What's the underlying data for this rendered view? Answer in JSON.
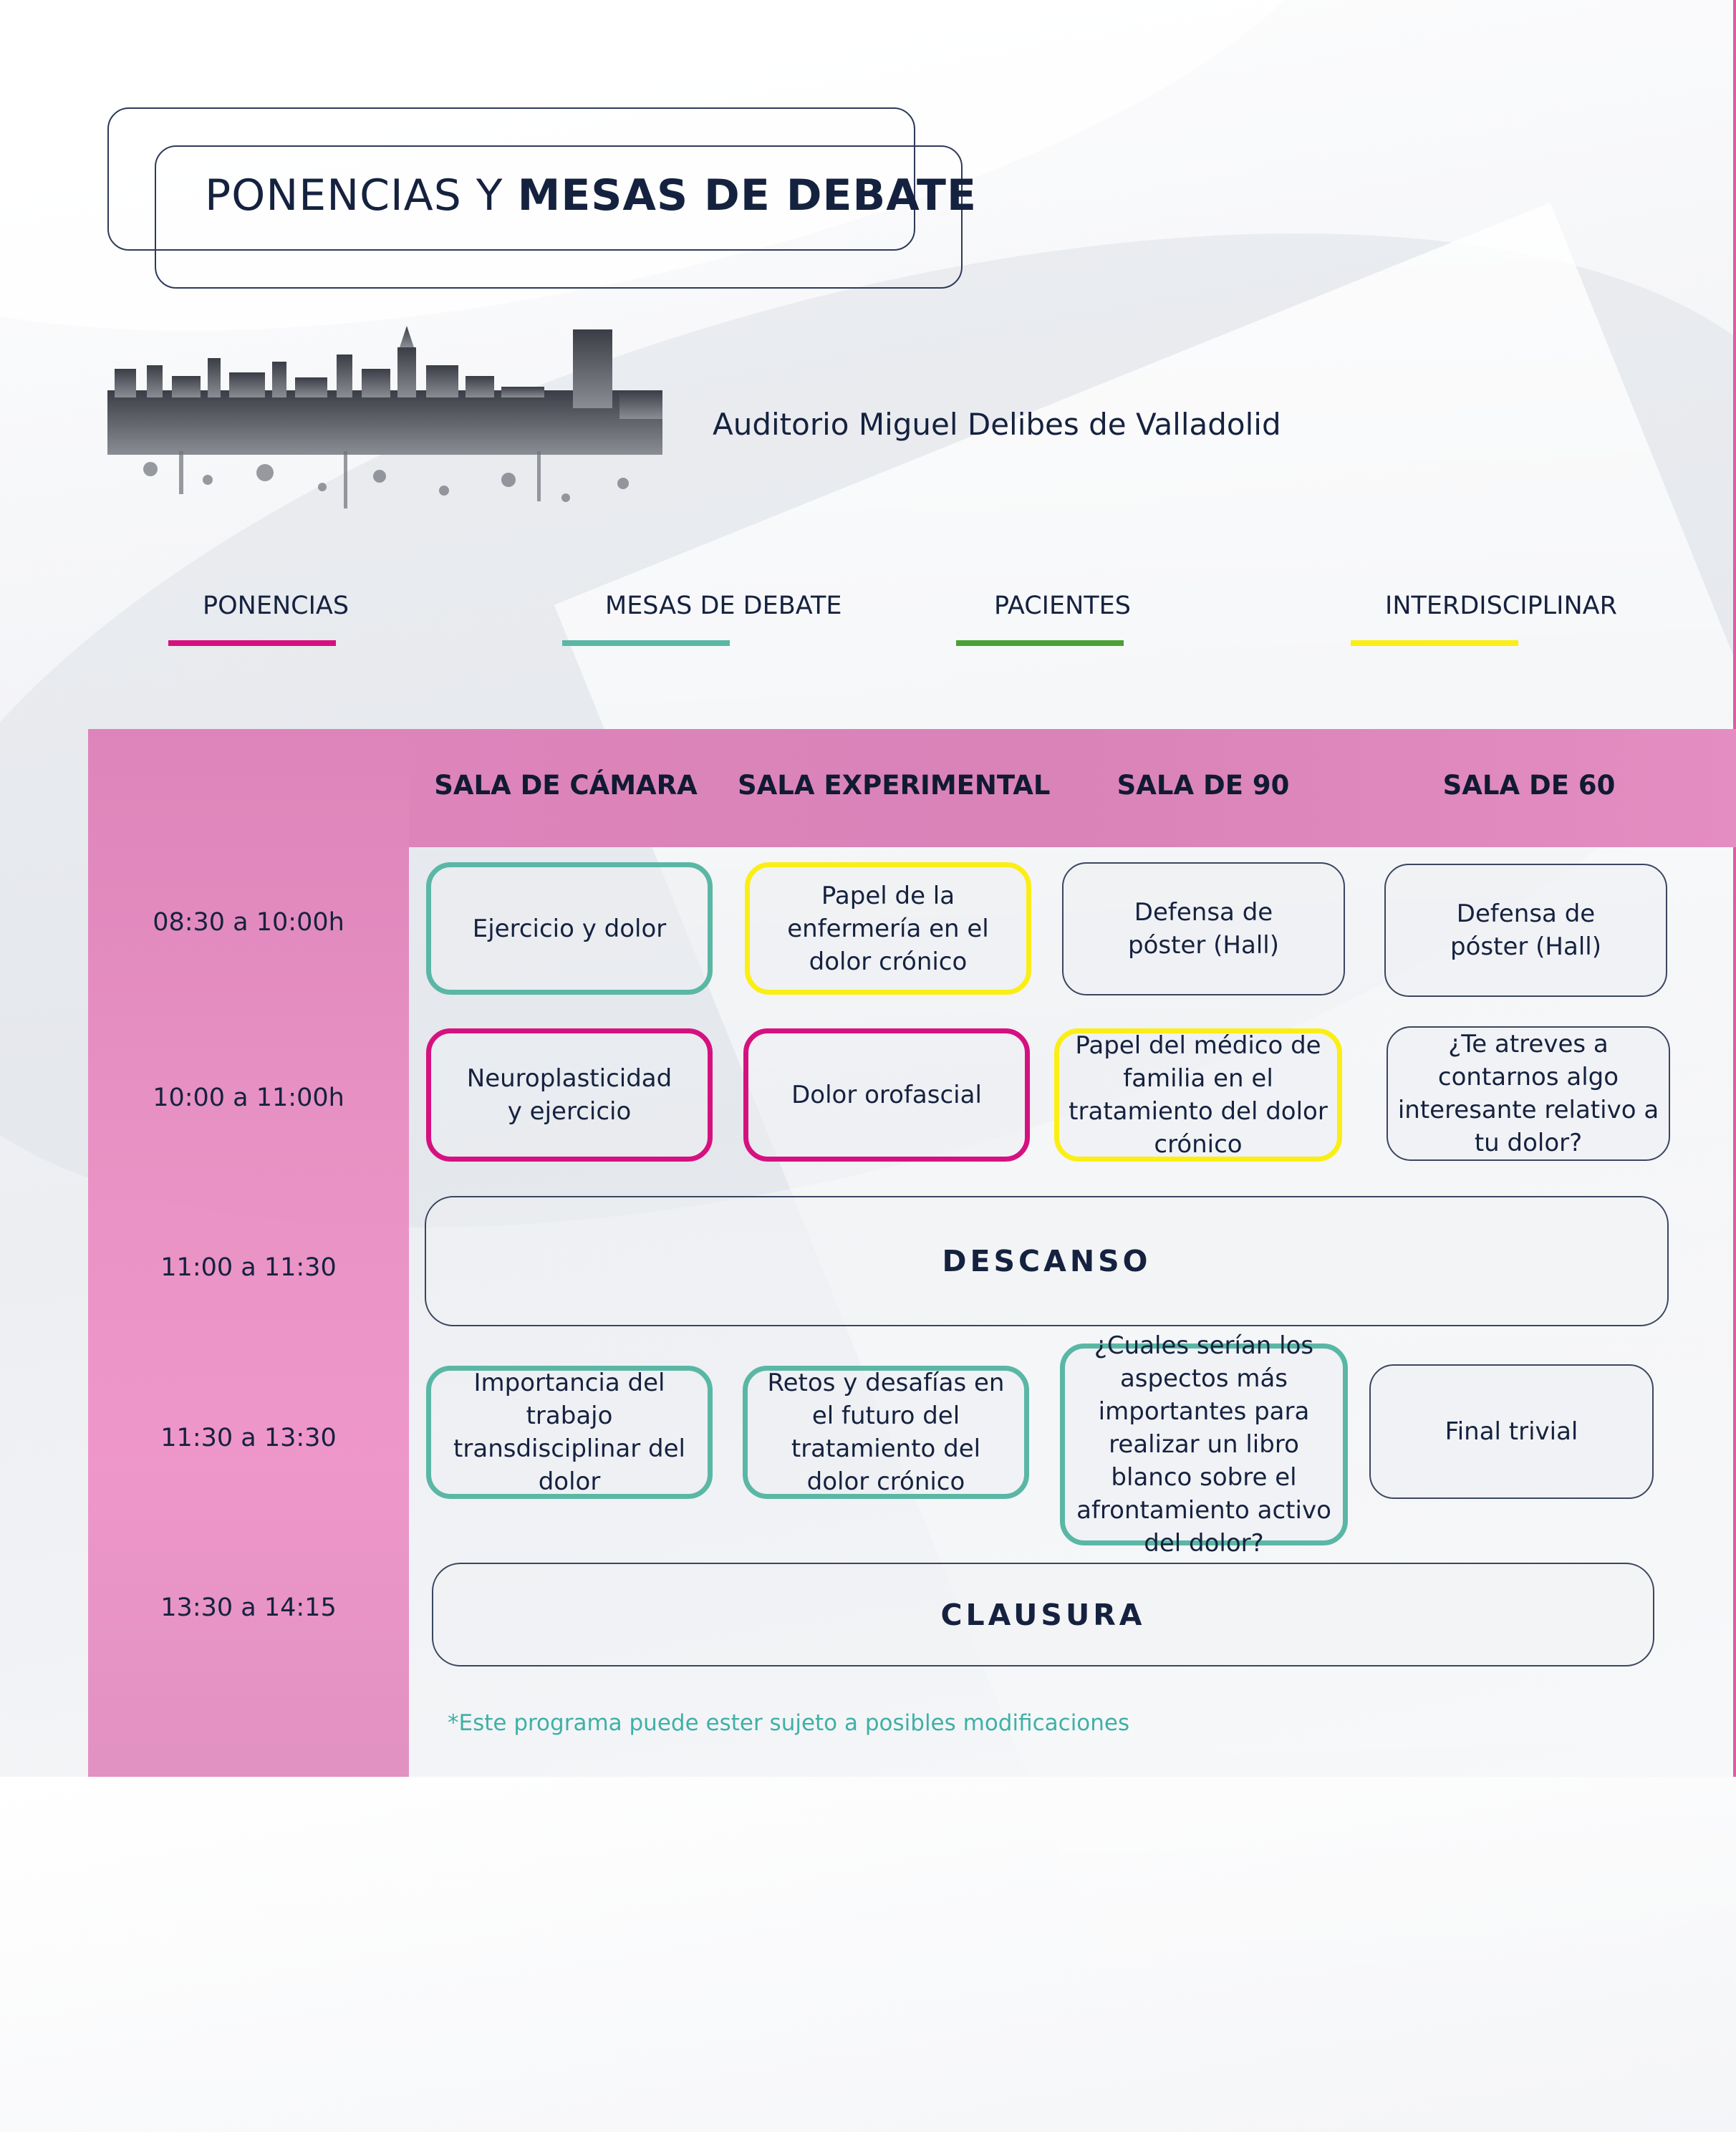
{
  "title": {
    "part1": "PONENCIAS Y ",
    "part2": "MESAS DE DEBATE"
  },
  "venue": "Auditorio Miguel Delibes de Valladolid",
  "legend": [
    {
      "label": "PONENCIAS",
      "color": "#d6117f"
    },
    {
      "label": "MESAS DE DEBATE",
      "color": "#5ab7a5"
    },
    {
      "label": "PACIENTES",
      "color": "#4aa136"
    },
    {
      "label": "INTERDISCIPLINAR",
      "color": "#fbee14"
    }
  ],
  "rooms": [
    "SALA DE CÁMARA",
    "SALA EXPERIMENTAL",
    "SALA DE 90",
    "SALA DE 60"
  ],
  "times": [
    "08:30 a 10:00h",
    "10:00 a 11:00h",
    "11:00 a 11:30",
    "11:30 a 13:30",
    "13:30 a 14:15"
  ],
  "sessions": {
    "r1": [
      {
        "text": "Ejercicio y dolor",
        "type": "mesas-de-debate"
      },
      {
        "text": "Papel de la enfermería en el dolor crónico",
        "type": "interdisciplinar"
      },
      {
        "text": "Defensa de póster (Hall)",
        "type": "none"
      },
      {
        "text": "Defensa de póster (Hall)",
        "type": "none"
      }
    ],
    "r2": [
      {
        "text": "Neuroplasticidad y ejercicio",
        "type": "ponencias"
      },
      {
        "text": "Dolor orofascial",
        "type": "ponencias"
      },
      {
        "text": "Papel del médico de familia en el tratamiento del dolor crónico",
        "type": "interdisciplinar"
      },
      {
        "text": "¿Te atreves a contarnos algo interesante relativo a tu dolor?",
        "type": "none"
      }
    ],
    "break": "DESCANSO",
    "r3": [
      {
        "text": "Importancia del trabajo transdisciplinar del dolor",
        "type": "mesas-de-debate"
      },
      {
        "text": "Retos y desafías en el futuro del tratamiento del dolor crónico",
        "type": "mesas-de-debate"
      },
      {
        "text": "¿Cuales serían los aspectos más importantes para realizar un libro blanco sobre el afrontamiento activo del dolor?",
        "type": "mesas-de-debate"
      },
      {
        "text": "Final trivial",
        "type": "none"
      }
    ],
    "closing": "CLAUSURA"
  },
  "note": "*Este programa puede ester sujeto a posibles modificaciones"
}
